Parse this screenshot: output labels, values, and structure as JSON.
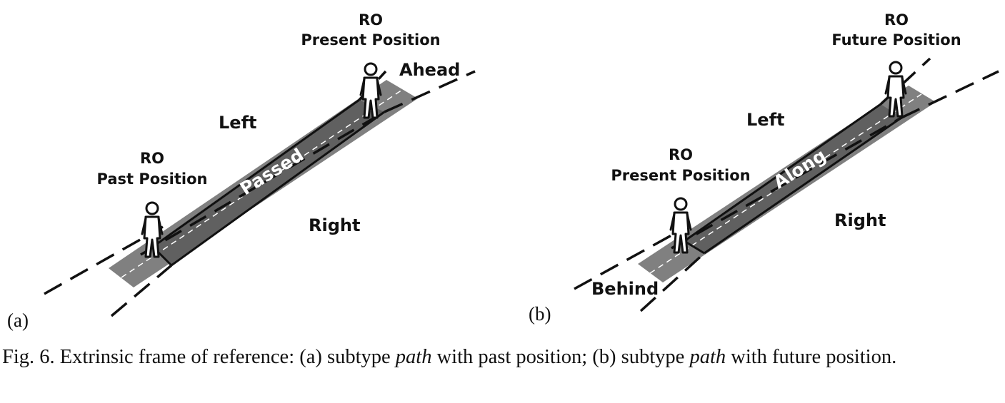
{
  "panels": {
    "a": {
      "id_label": "(a)",
      "ro_top": {
        "line1": "RO",
        "line2": "Present Position"
      },
      "ro_bottom": {
        "line1": "RO",
        "line2": "Past Position"
      },
      "region_left": "Left",
      "region_right": "Right",
      "region_end": "Ahead",
      "path_label": "Passed"
    },
    "b": {
      "id_label": "(b)",
      "ro_top": {
        "line1": "RO",
        "line2": "Future Position"
      },
      "ro_bottom": {
        "line1": "RO",
        "line2": "Present Position"
      },
      "region_left": "Left",
      "region_right": "Right",
      "region_end": "Behind",
      "path_label": "Along"
    }
  },
  "caption": {
    "prefix": "Fig. 6. Extrinsic frame of reference: (a) subtype ",
    "em1": "path",
    "middle": " with past position; (b) subtype ",
    "em2": "path",
    "suffix": " with future position."
  },
  "colors": {
    "road": "#7f7f7f",
    "road_dark": "#5f5f5f",
    "ink": "#111111"
  }
}
